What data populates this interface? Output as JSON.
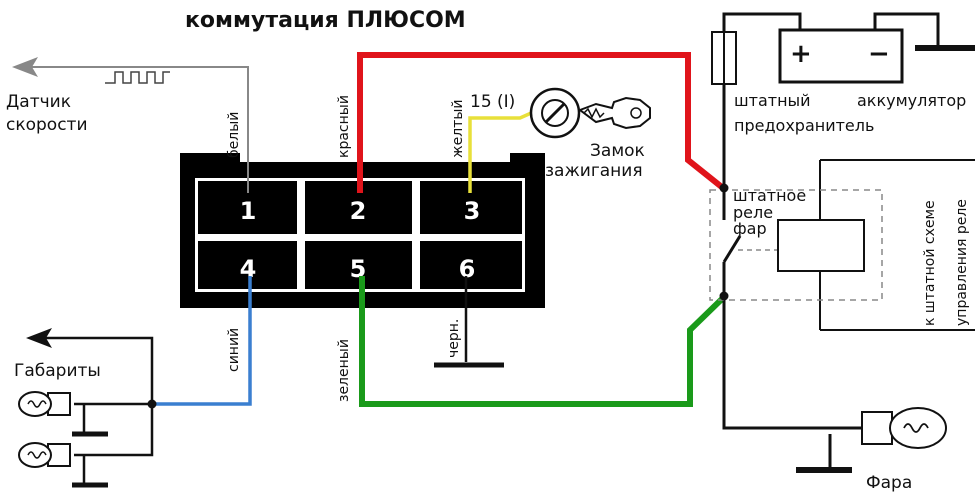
{
  "title": "коммутация ПЛЮСОМ",
  "labels": {
    "speed_sensor_line1": "Датчик",
    "speed_sensor_line2": "скорости",
    "markers": "Габариты",
    "ignition_pos": "15 (I)",
    "ignition_lock_line1": "Замок",
    "ignition_lock_line2": "зажигания",
    "fuse_line1": "штатный",
    "fuse_line2": "предохранитель",
    "battery": "аккумулятор",
    "relay_line1": "штатное",
    "relay_line2": "реле",
    "relay_line3": "фар",
    "control_line1": "к штатной схеме",
    "control_line2": "управления реле",
    "headlight": "Фара"
  },
  "battery_terminals": {
    "plus": "+",
    "minus": "−"
  },
  "pins": [
    "1",
    "2",
    "3",
    "4",
    "5",
    "6"
  ],
  "wire_labels": {
    "pin1": "белый",
    "pin2": "красный",
    "pin3": "желтый",
    "pin4": "синий",
    "pin5": "зеленый",
    "pin6": "черн."
  },
  "colors": {
    "connector": "#000000",
    "red_wire": "#e0141b",
    "yellow_wire": "#e8e03a",
    "blue_wire": "#3a7fd0",
    "green_wire": "#1a9a1a",
    "white_wire": "#888888",
    "black_wire": "#111111",
    "dashed_box": "#888888"
  }
}
